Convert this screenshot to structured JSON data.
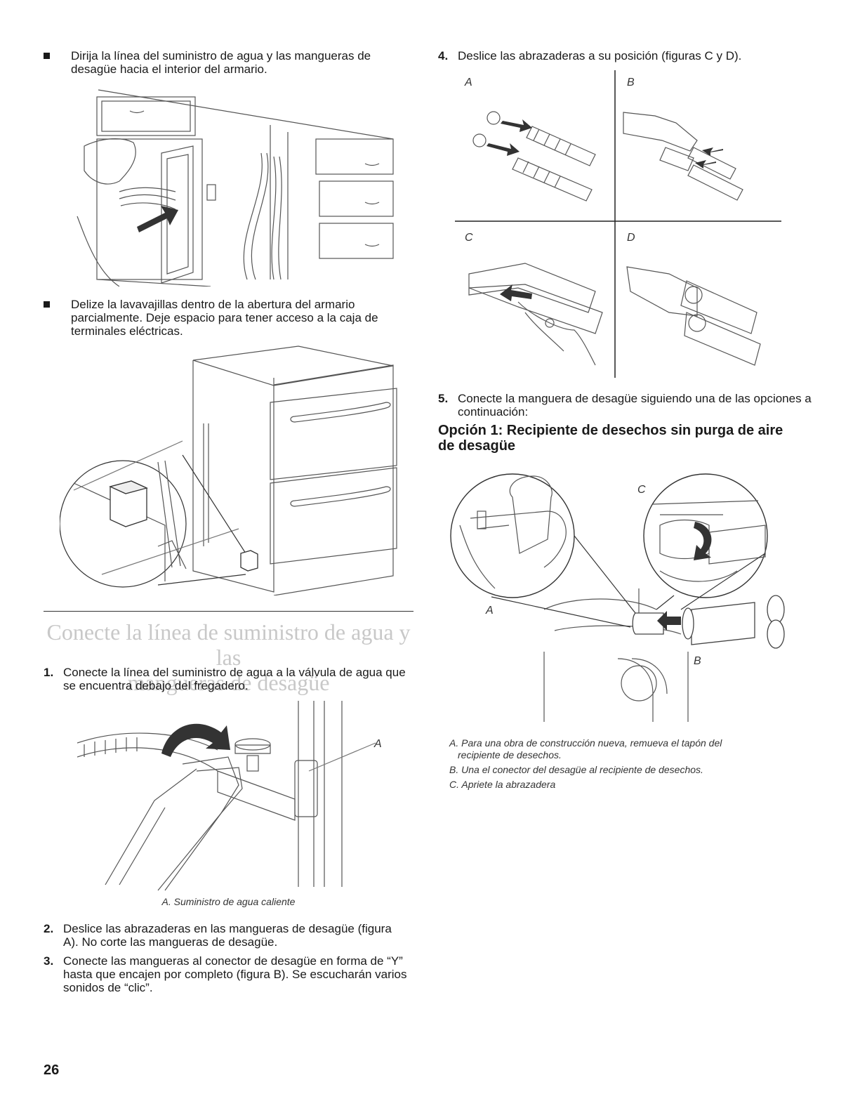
{
  "left": {
    "bullet1": "Dirija la línea del suministro de agua y las mangueras de desagüe hacia el interior del armario.",
    "bullet2": "Delize la lavavajillas dentro de la abertura del armario parcialmente. Deje espacio para tener acceso a la caja de terminales eléctricas.",
    "section_title_line1": "Conecte la línea de suministro de agua y las",
    "section_title_line2": "mangueras de desagüe",
    "step1_num": "1.",
    "step1": "Conecte la línea del suministro de agua a la válvula de agua que se encuentra debajo del fregadero.",
    "fig_valve_label": "A",
    "fig_valve_caption": "A. Suministro de agua caliente",
    "step2_num": "2.",
    "step2": "Deslice las abrazaderas en las mangueras de desagüe (figura A). No corte las mangueras de desagüe.",
    "step3_num": "3.",
    "step3": "Conecte las mangueras al conector de desagüe en forma de “Y” hasta que encajen por completo (figura B). Se escucharán varios sonidos de “clic”."
  },
  "right": {
    "step4_num": "4.",
    "step4": "Deslice las abrazaderas a su posición (figuras C y D).",
    "grid_labels": [
      "A",
      "B",
      "C",
      "D"
    ],
    "step5_num": "5.",
    "step5": "Conecte la manguera de desagüe siguiendo una de las opciones a continuación:",
    "option1_title": "Opción 1: Recipiente de desechos sin purga de aire de desagüe",
    "disposal_labels": {
      "a": "A",
      "b": "B",
      "c": "C"
    },
    "captions": [
      "A. Para una obra de construcción nueva, remueva el tapón del recipiente de desechos.",
      "B. Una el conector del desagüe al recipiente de desechos.",
      "C. Apriete la abrazadera"
    ]
  },
  "page_number": "26"
}
